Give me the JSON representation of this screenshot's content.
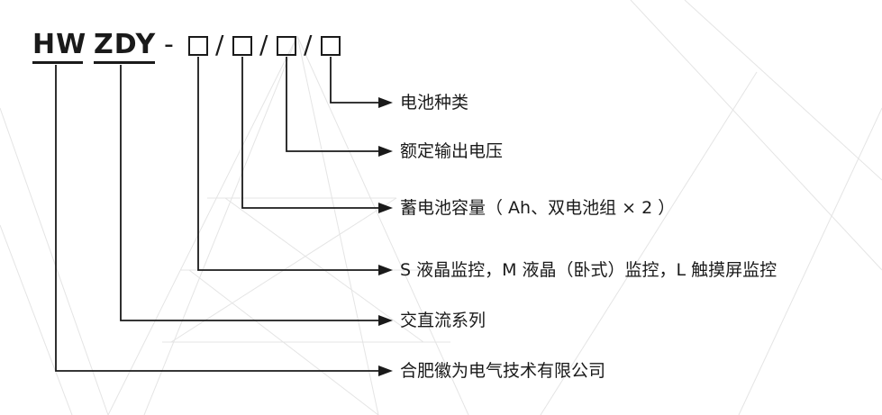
{
  "code": {
    "company": "HW",
    "series": "ZDY",
    "dash": "-",
    "separator": "/"
  },
  "labels": [
    "电池种类",
    "额定输出电压",
    "蓄电池容量（ Ah、双电池组 × 2 ）",
    "S 液晶监控，M 液晶（卧式）监控，L 触摸屏监控",
    "交直流系列",
    "合肥徽为电气技术有限公司"
  ]
}
